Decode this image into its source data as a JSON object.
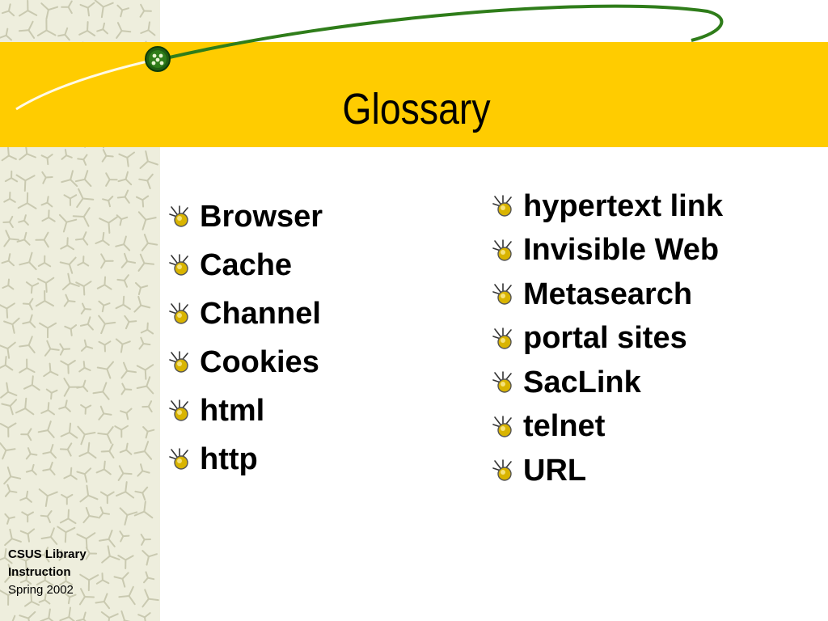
{
  "slide": {
    "title": "Glossary",
    "left_terms": [
      "Browser",
      "Cache",
      "Channel",
      "Cookies",
      "html",
      "http"
    ],
    "right_terms": [
      "hypertext link",
      "Invisible Web",
      "Metasearch",
      "portal sites",
      "SacLink",
      "telnet",
      "URL"
    ],
    "footer": {
      "line1": "CSUS Library",
      "line2": "Instruction",
      "line3": "Spring 2002"
    }
  },
  "colors": {
    "band": "#ffcc00",
    "curve": "#2f7d1a",
    "strip": "#eeeedd",
    "pattern": "#c9c9b0"
  },
  "icons": {
    "bullet": "starburst-bullet-icon",
    "ornament": "green-globe-icon"
  }
}
